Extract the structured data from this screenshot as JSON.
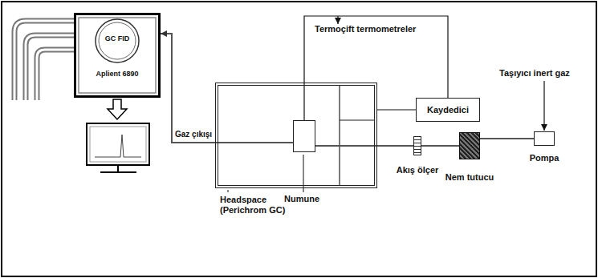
{
  "diagram": {
    "nodes": [
      {
        "text": [
          "GC FID",
          "Aplient 6890"
        ]
      },
      {
        "text": [
          "Headspace (Perichrom GC)"
        ]
      },
      {
        "text": [
          "Numune"
        ],
        "in": 1
      },
      {
        "text": [
          "Kaydedici"
        ]
      },
      {
        "text": [
          "Akış ölçer"
        ]
      },
      {
        "text": [
          "Nem tutucu"
        ]
      },
      {
        "text": [
          "Pompa"
        ]
      }
    ],
    "edges": [
      {
        "from": 2,
        "to": 0,
        "arrow": "to",
        "label": "Gaz çıkışı"
      },
      {
        "from": 3,
        "to": 2,
        "arrow": "none"
      },
      {
        "from": 3,
        "to": 1,
        "arrow": "none"
      },
      {
        "from": 4,
        "to": 2,
        "arrow": "none"
      },
      {
        "from": 5,
        "to": 4,
        "arrow": "none"
      },
      {
        "from": 6,
        "to": 5,
        "arrow": "none"
      }
    ],
    "labels": [
      "Termoçift termometreler",
      "Taşıyıcı inert gaz"
    ]
  }
}
